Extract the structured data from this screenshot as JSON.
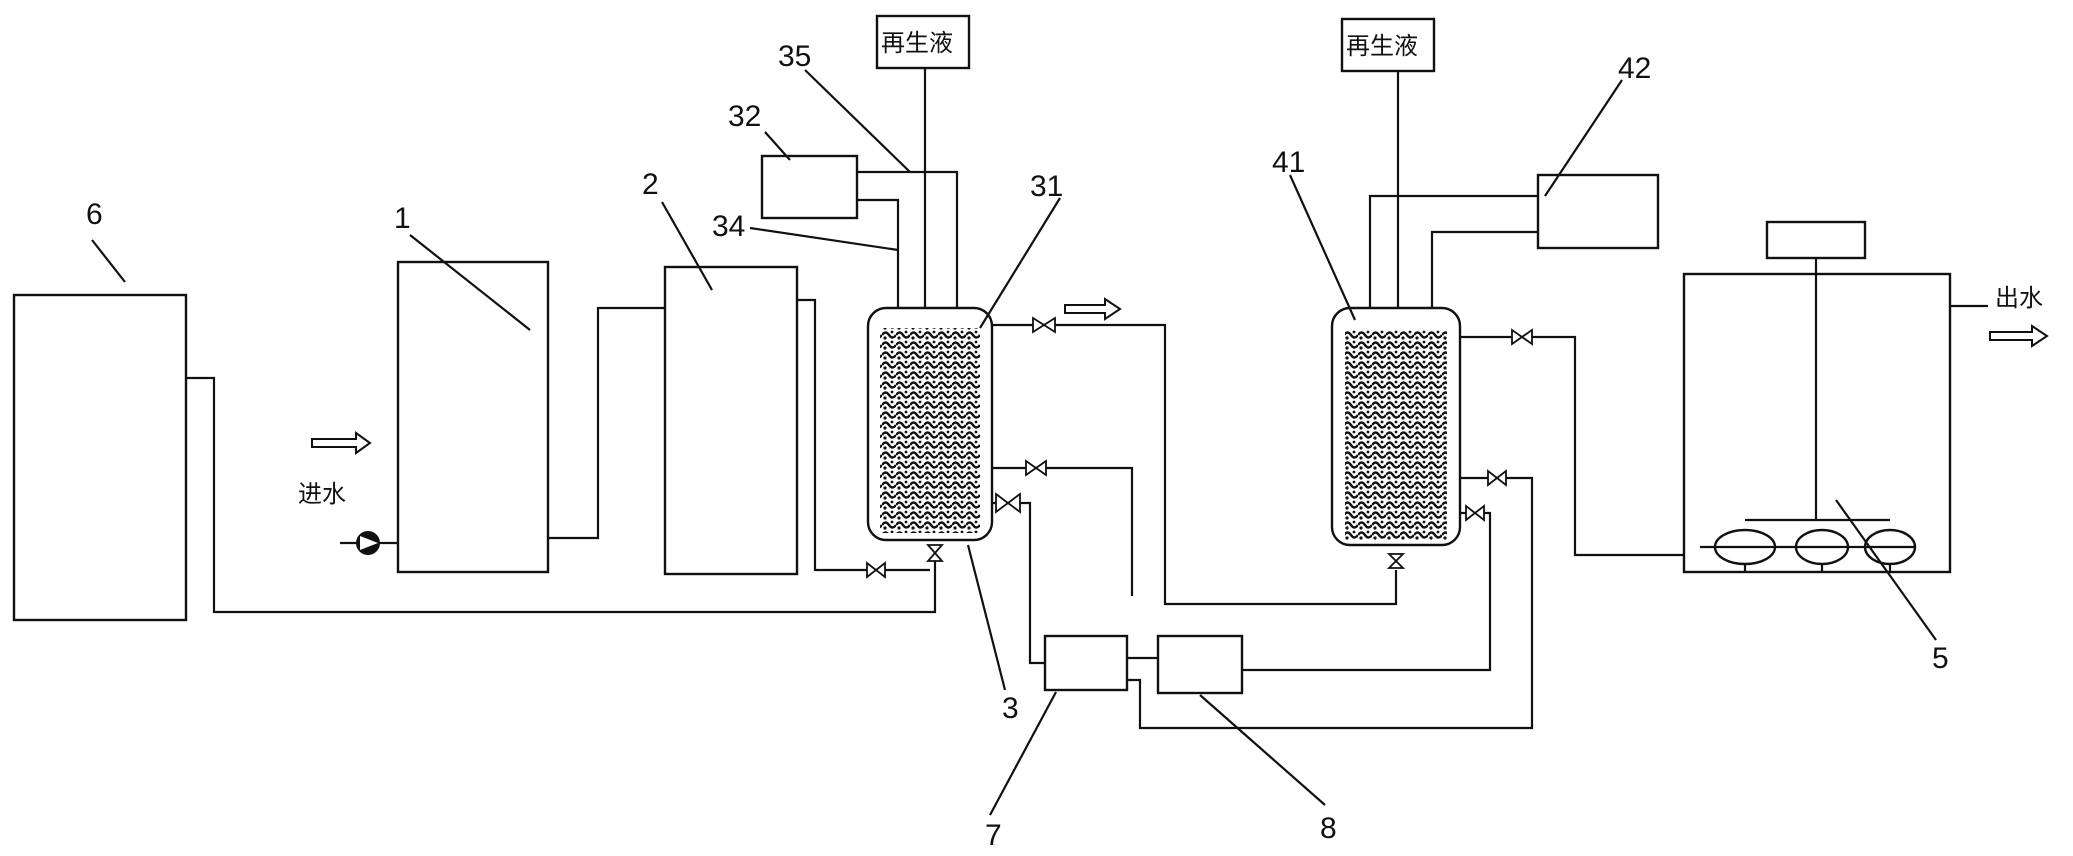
{
  "labels": {
    "n1": "1",
    "n2": "2",
    "n3": "3",
    "n5": "5",
    "n6": "6",
    "n7": "7",
    "n8": "8",
    "n31": "31",
    "n32": "32",
    "n34": "34",
    "n35": "35",
    "n41": "41",
    "n42": "42"
  },
  "text": {
    "inlet": "进水",
    "outlet": "出水",
    "regen1": "再生液",
    "regen2": "再生液"
  }
}
